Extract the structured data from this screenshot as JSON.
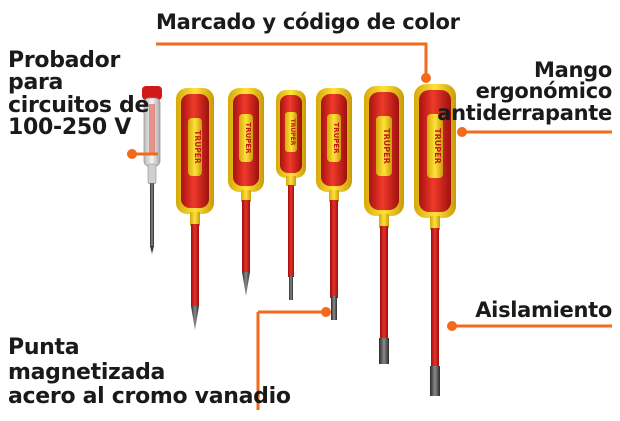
{
  "labels": {
    "tester": [
      "Probador",
      "para",
      "circuitos de",
      "100-250 V"
    ],
    "marking": "Marcado y código de color",
    "grip": [
      "Mango",
      "ergonómico",
      "antiderrapante"
    ],
    "insulation": "Aislamiento",
    "tip": [
      "Punta",
      "magnetizada",
      "acero al cromo vanadio"
    ]
  },
  "brand": "TRUPER",
  "colors": {
    "callout": "#f26a1b",
    "handle_red": "#e0231f",
    "handle_yellow": "#f4d21c",
    "shaft_red": "#d9201c",
    "tip_metal": "#4a4a4a",
    "text": "#1a1a1a"
  }
}
